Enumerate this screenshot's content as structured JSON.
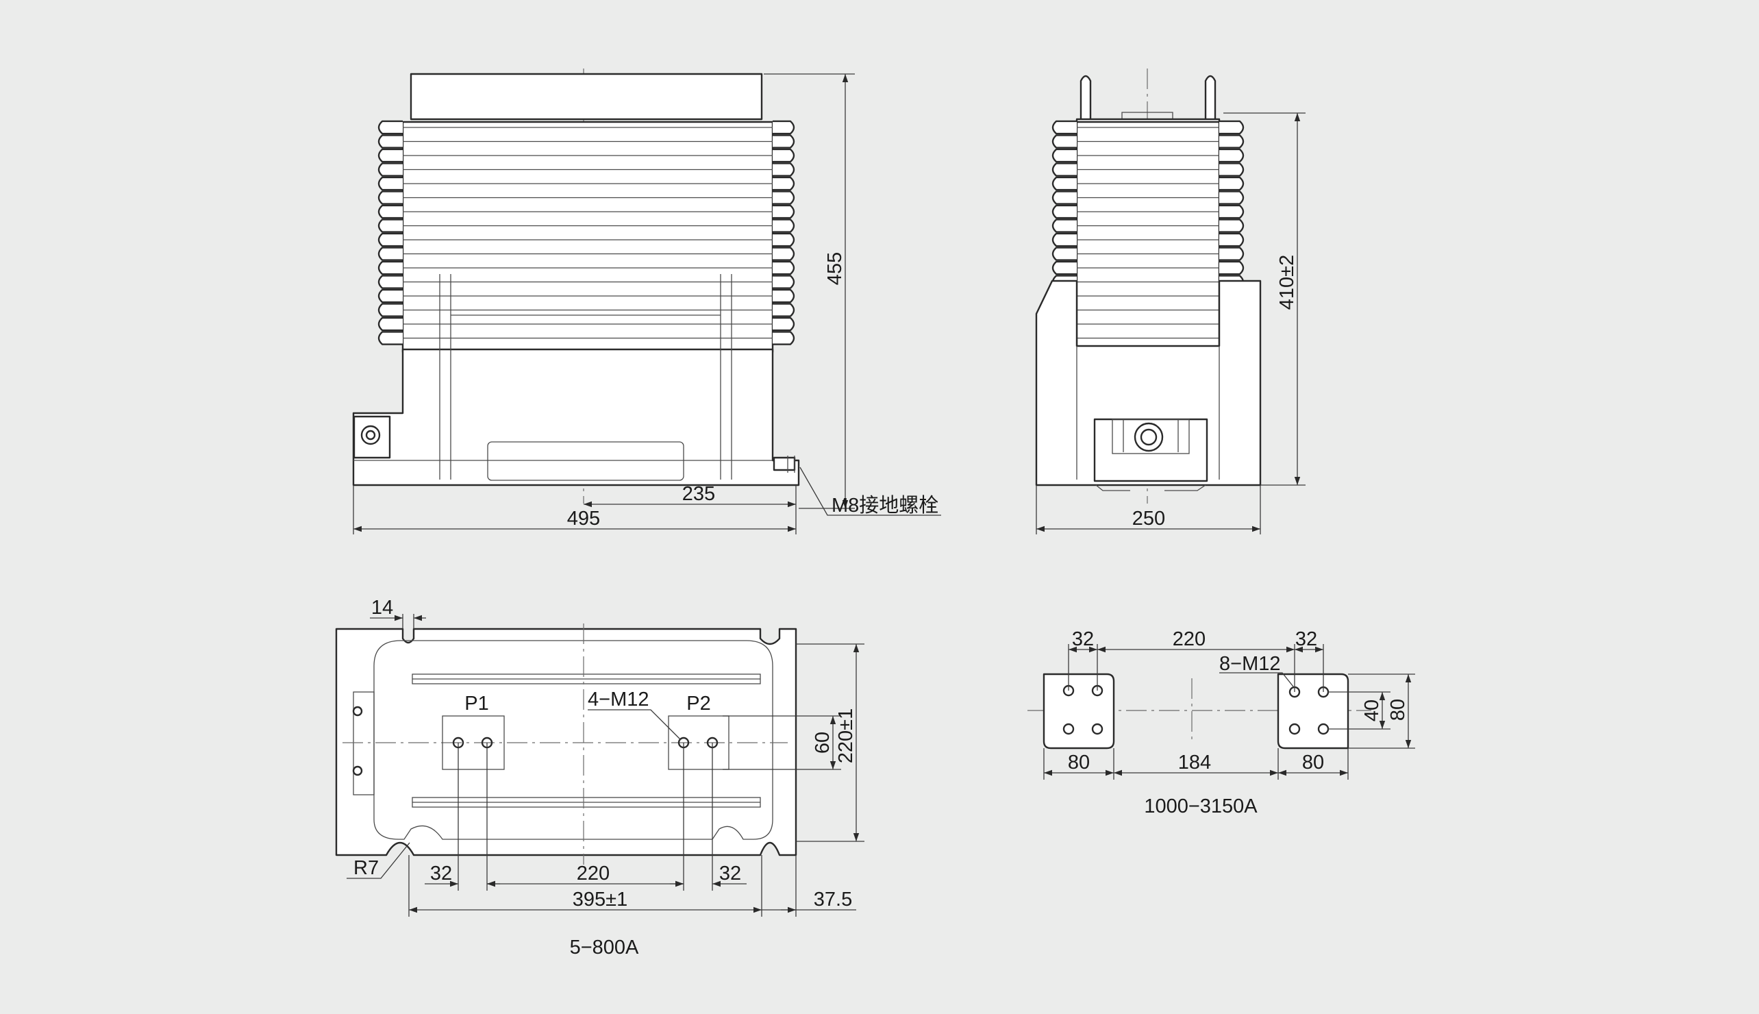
{
  "front_view": {
    "height_dim": "455",
    "half_base_dim": "235",
    "base_dim": "495",
    "ground_bolt_note": "M8接地螺栓"
  },
  "side_view": {
    "height_dim": "410±2",
    "width_dim": "250"
  },
  "bottom_view": {
    "edge_dim": "14",
    "terminal_p1": "P1",
    "terminal_p2": "P2",
    "thread_note": "4−M12",
    "hole_spacing_dim": "60",
    "mount_width_dim": "220±1",
    "radius_note": "R7",
    "left_offset_dim": "32",
    "terminal_spacing_dim": "220",
    "right_offset_dim": "32",
    "mount_length_dim": "395±1",
    "end_dim": "37.5",
    "caption": "5−800A"
  },
  "terminal_detail": {
    "left_offset_dim": "32",
    "top_spacing_dim": "220",
    "right_offset_dim": "32",
    "thread_note": "8−M12",
    "hole_spacing_dim": "40",
    "pad_height_dim": "80",
    "left_pad_width_dim": "80",
    "gap_dim": "184",
    "right_pad_width_dim": "80",
    "caption": "1000−3150A"
  }
}
